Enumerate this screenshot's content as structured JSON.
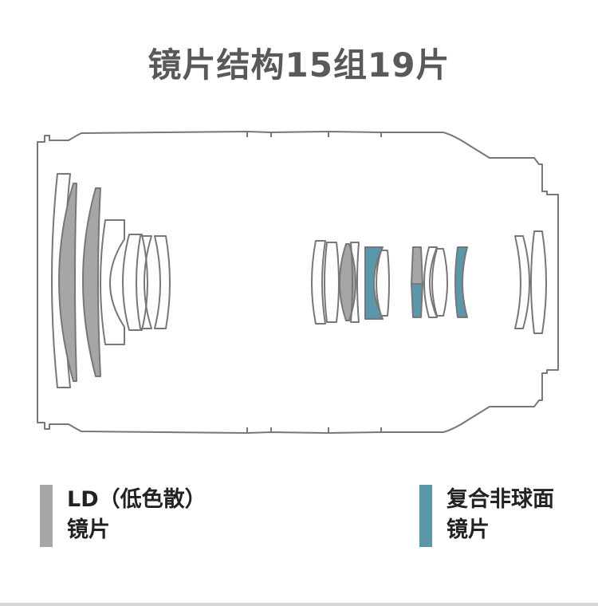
{
  "title": "镜片结构15组19片",
  "colors": {
    "outline": "#777777",
    "ld_lens": "#a6a6a6",
    "aspherical_lens": "#5b97aa",
    "text_dark": "#222222",
    "title_text": "#595959"
  },
  "legend": [
    {
      "id": "ld",
      "line1": "LD（低色散）",
      "line2": "镜片",
      "color": "#a6a6a6"
    },
    {
      "id": "aspherical",
      "line1": "复合非球面",
      "line2": "镜片",
      "color": "#5b97aa"
    }
  ]
}
